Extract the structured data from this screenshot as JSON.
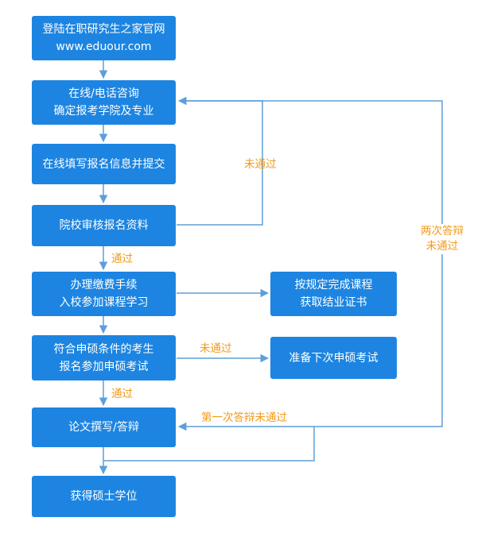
{
  "colors": {
    "box": "#1d85e1",
    "connector": "#5d9fd9",
    "label": "#f29a1a",
    "background": "#ffffff"
  },
  "steps": {
    "step1": {
      "line1": "登陆在职研究生之家官网",
      "line2": "www.eduour.com"
    },
    "step2": {
      "line1": "在线/电话咨询",
      "line2": "确定报考学院及专业"
    },
    "step3": {
      "line1": "在线填写报名信息并提交"
    },
    "step4": {
      "line1": "院校审核报名资料"
    },
    "step5": {
      "line1": "办理缴费手续",
      "line2": "入校参加课程学习"
    },
    "step5_side": {
      "line1": "按规定完成课程",
      "line2": "获取结业证书"
    },
    "step6": {
      "line1": "符合申硕条件的考生",
      "line2": "报名参加申硕考试"
    },
    "step6_side": {
      "line1": "准备下次申硕考试"
    },
    "step7": {
      "line1": "论文撰写/答辩"
    },
    "step8": {
      "line1": "获得硕士学位"
    }
  },
  "labels": {
    "review_fail": "未通过",
    "review_pass": "通过",
    "exam_fail": "未通过",
    "exam_pass": "通过",
    "first_defense_fail": "第一次答辩未通过",
    "two_defense_fail_line1": "两次答辩",
    "two_defense_fail_line2": "未通过"
  }
}
